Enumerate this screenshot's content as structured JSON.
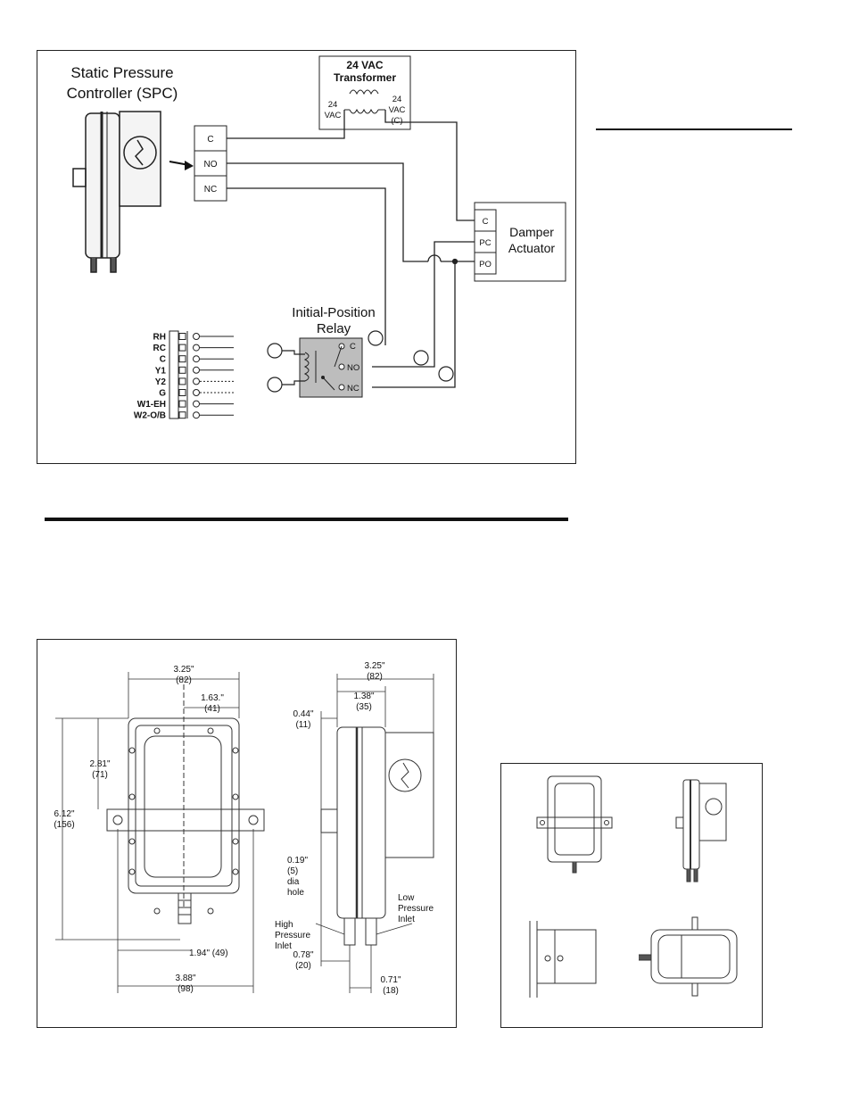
{
  "wiring": {
    "spc_title_line1": "Static Pressure",
    "spc_title_line2": "Controller (SPC)",
    "spc_terminals": [
      "C",
      "NO",
      "NC"
    ],
    "transformer_title_line1": "24 VAC",
    "transformer_title_line2": "Transformer",
    "transformer_left_line1": "24",
    "transformer_left_line2": "VAC",
    "transformer_right_line1": "24",
    "transformer_right_line2": "VAC",
    "transformer_right_line3": "(C)",
    "damper_terminals": [
      "C",
      "PC",
      "PO"
    ],
    "damper_label_line1": "Damper",
    "damper_label_line2": "Actuator",
    "relay_title_line1": "Initial-Position",
    "relay_title_line2": "Relay",
    "relay_contacts": [
      "C",
      "NO",
      "NC"
    ],
    "thermostat_terminals": [
      "RH",
      "RC",
      "C",
      "Y1",
      "Y2",
      "G",
      "W1-EH",
      "W2-O/B"
    ]
  },
  "dimensions": {
    "front_width": "3.25\"",
    "front_width_mm": "(82)",
    "front_half": "1.63.\"",
    "front_half_mm": "(41)",
    "upper_height": "2.81\"",
    "upper_height_mm": "(71)",
    "total_height": "6.12\"",
    "total_height_mm": "(156)",
    "inlet_offset": "1.94\" (49)",
    "mount_width": "3.88\"",
    "mount_width_mm": "(98)",
    "side_width": "3.25\"",
    "side_width_mm": "(82)",
    "side_inner": "1.38\"",
    "side_inner_mm": "(35)",
    "side_edge": "0.44\"",
    "side_edge_mm": "(11)",
    "hole_line1": "0.19\"",
    "hole_line2": "(5)",
    "hole_line3": "dia",
    "hole_line4": "hole",
    "high_line1": "High",
    "high_line2": "Pressure",
    "high_line3": "Inlet",
    "low_line1": "Low",
    "low_line2": "Pressure",
    "low_line3": "Inlet",
    "high_offset": "0.78\"",
    "high_offset_mm": "(20)",
    "inlet_spacing": "0.71\"",
    "inlet_spacing_mm": "(18)"
  }
}
